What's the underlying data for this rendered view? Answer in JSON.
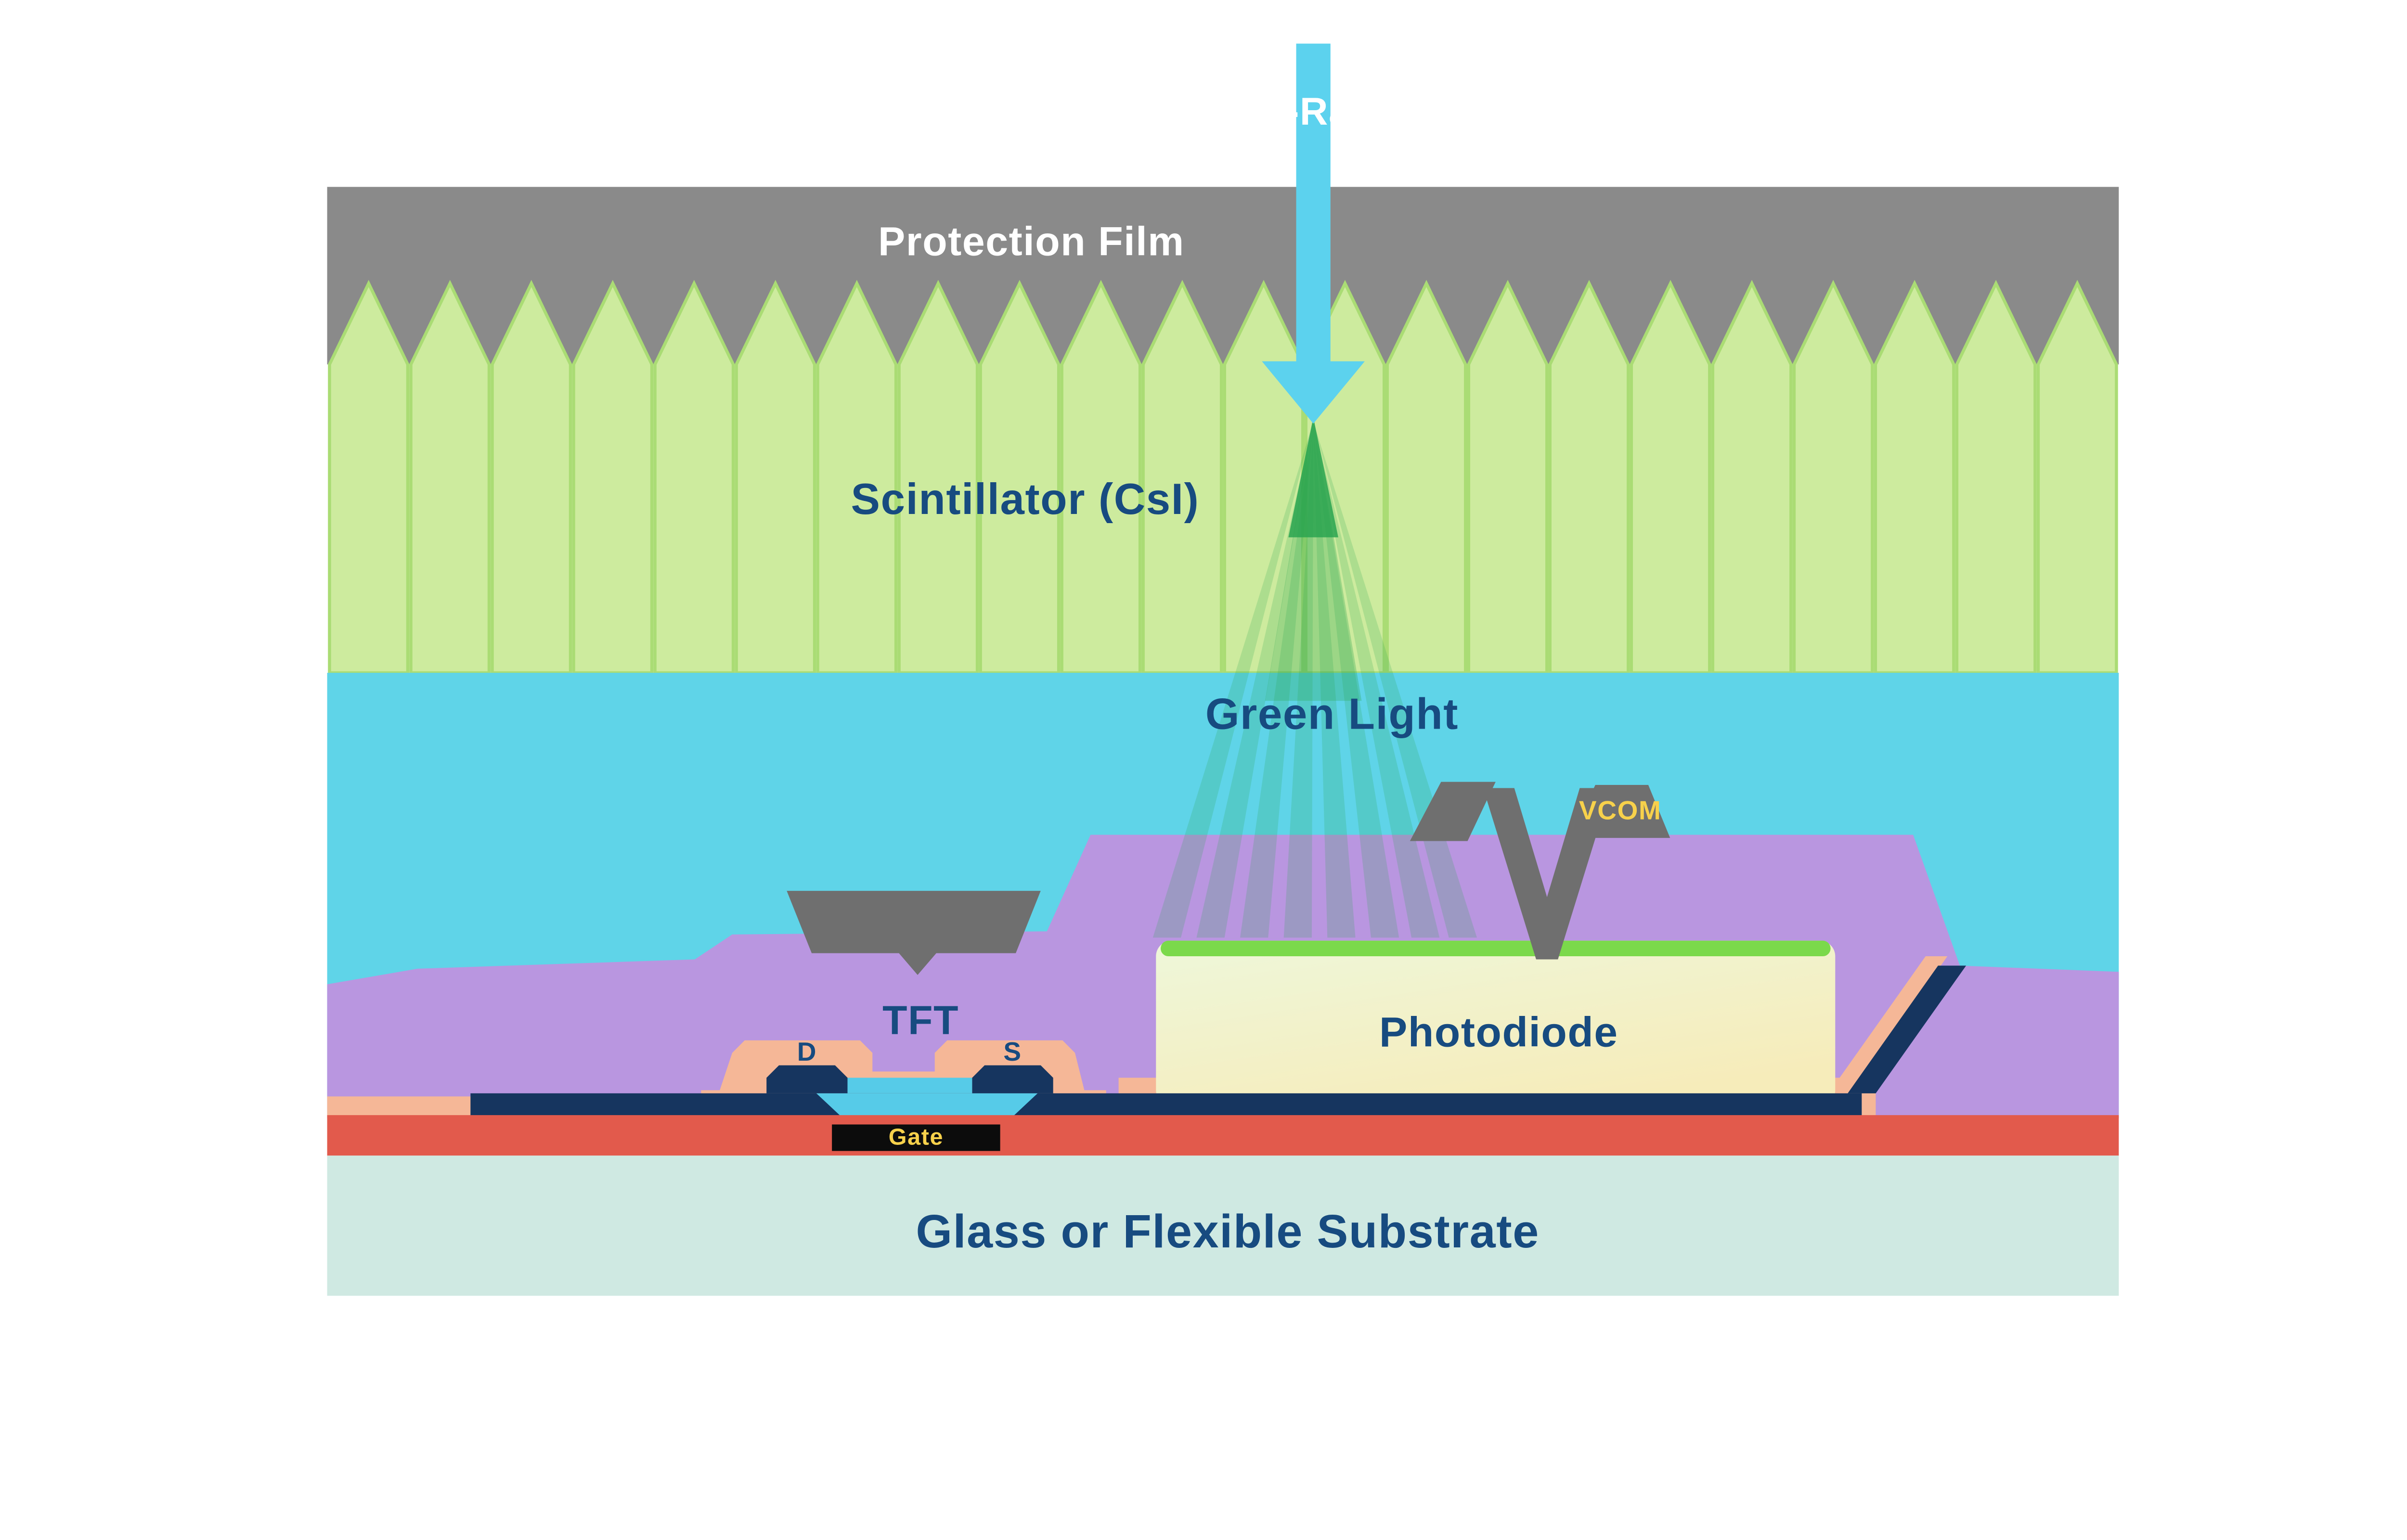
{
  "labels": {
    "xray": "X-Ray",
    "protection_film": "Protection Film",
    "scintillator": "Scintillator (CsI)",
    "green_light": "Green Light",
    "vcom": "VCOM",
    "tft": "TFT",
    "drain": "D",
    "source": "S",
    "photodiode": "Photodiode",
    "gate": "Gate",
    "substrate": "Glass or Flexible Substrate"
  },
  "colors": {
    "background": "#ffffff",
    "protection_film": "#8a8a8a",
    "scintillator": "#cdeb9e",
    "scintillator_edge": "#aadc74",
    "cyan_layer": "#5fd4e8",
    "purple_layer": "#b996e0",
    "gray_structure": "#6f6f6f",
    "photodiode_top": "#eef7da",
    "photodiode_bottom": "#f6ecba",
    "photodiode_green": "#7bd94b",
    "salmon": "#f5b797",
    "navy": "#16355f",
    "tft_cyan": "#56cbe8",
    "red_layer": "#e25a4c",
    "gate_black": "#0c0c0c",
    "substrate": "#cfe9e2",
    "label_navy": "#174b80",
    "label_white": "#ffffff",
    "label_yellow": "#f7d14b",
    "arrow_cyan": "#5cd2ee",
    "green_light": "#2aa550"
  }
}
